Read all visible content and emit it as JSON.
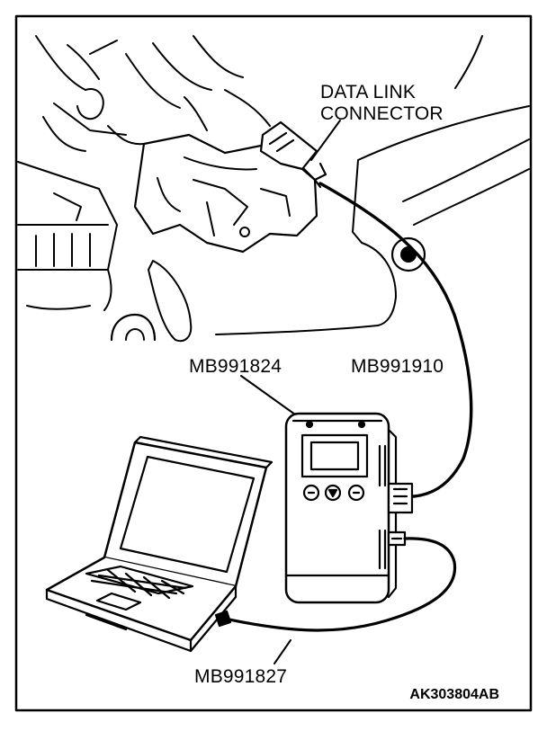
{
  "callouts": {
    "data_link_connector_line1": "DATA LINK",
    "data_link_connector_line2": "CONNECTOR",
    "mut_iii_unit": "MB991824",
    "main_harness": "MB991910",
    "usb_cable": "MB991827"
  },
  "figure_code": "AK303804AB",
  "colors": {
    "ink": "#000000",
    "paper": "#ffffff"
  }
}
